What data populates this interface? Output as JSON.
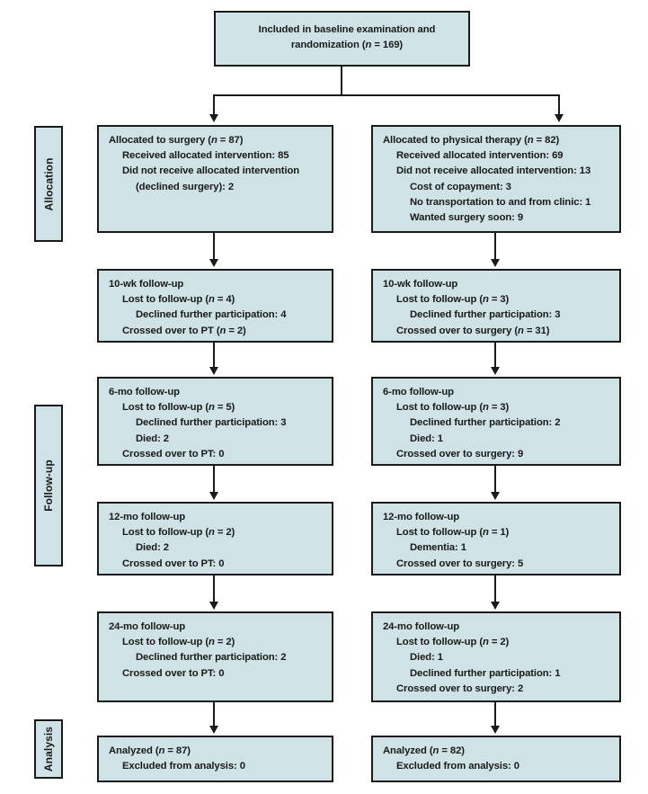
{
  "diagram": {
    "title": "CONSORT participant flow diagram",
    "colors": {
      "box_fill": "#cfe2e5",
      "box_border": "#1a1a1a",
      "text": "#1a1a1a",
      "background": "#ffffff"
    }
  },
  "enrollment": {
    "line1": "Included in baseline examination and",
    "line2": "randomization (n = 169)",
    "n": 169
  },
  "stages": [
    {
      "key": "allocation",
      "label": "Allocation"
    },
    {
      "key": "followup",
      "label": "Follow-up"
    },
    {
      "key": "analysis",
      "label": "Analysis"
    }
  ],
  "arms": {
    "surgery": {
      "allocation": {
        "lines": [
          {
            "text": "Allocated to surgery (n = 87)",
            "indent": 1
          },
          {
            "text": "Received allocated intervention: 85",
            "indent": 2
          },
          {
            "text": "Did not receive allocated intervention",
            "indent": 2
          },
          {
            "text": "(declined surgery): 2",
            "indent": 3
          }
        ]
      },
      "followup_10wk": {
        "lines": [
          {
            "text": "10-wk follow-up",
            "indent": 1
          },
          {
            "text": "Lost to follow-up (n = 4)",
            "indent": 2
          },
          {
            "text": "Declined further participation: 4",
            "indent": 3
          },
          {
            "text": "Crossed over to PT (n = 2)",
            "indent": 2
          }
        ]
      },
      "followup_6mo": {
        "lines": [
          {
            "text": "6-mo follow-up",
            "indent": 1
          },
          {
            "text": "Lost to follow-up (n = 5)",
            "indent": 2
          },
          {
            "text": "Declined further participation: 3",
            "indent": 3
          },
          {
            "text": "Died: 2",
            "indent": 3
          },
          {
            "text": "Crossed over to PT: 0",
            "indent": 2
          }
        ]
      },
      "followup_12mo": {
        "lines": [
          {
            "text": "12-mo follow-up",
            "indent": 1
          },
          {
            "text": "Lost to follow-up (n = 2)",
            "indent": 2
          },
          {
            "text": "Died: 2",
            "indent": 3
          },
          {
            "text": "Crossed over to PT: 0",
            "indent": 2
          }
        ]
      },
      "followup_24mo": {
        "lines": [
          {
            "text": "24-mo follow-up",
            "indent": 1
          },
          {
            "text": "Lost to follow-up (n = 2)",
            "indent": 2
          },
          {
            "text": "Declined further participation: 2",
            "indent": 3
          },
          {
            "text": "Crossed over to PT: 0",
            "indent": 2
          }
        ]
      },
      "analysis": {
        "lines": [
          {
            "text": "Analyzed (n = 87)",
            "indent": 1
          },
          {
            "text": "Excluded from analysis: 0",
            "indent": 2
          }
        ]
      }
    },
    "physical_therapy": {
      "allocation": {
        "lines": [
          {
            "text": "Allocated to physical therapy (n = 82)",
            "indent": 1
          },
          {
            "text": "Received allocated intervention: 69",
            "indent": 2
          },
          {
            "text": "Did not receive allocated intervention: 13",
            "indent": 2
          },
          {
            "text": "Cost of copayment: 3",
            "indent": 3
          },
          {
            "text": "No transportation to and from clinic: 1",
            "indent": 3
          },
          {
            "text": "Wanted surgery soon: 9",
            "indent": 3
          }
        ]
      },
      "followup_10wk": {
        "lines": [
          {
            "text": "10-wk follow-up",
            "indent": 1
          },
          {
            "text": "Lost to follow-up (n = 3)",
            "indent": 2
          },
          {
            "text": "Declined further participation: 3",
            "indent": 3
          },
          {
            "text": "Crossed over to surgery (n = 31)",
            "indent": 2
          }
        ]
      },
      "followup_6mo": {
        "lines": [
          {
            "text": "6-mo follow-up",
            "indent": 1
          },
          {
            "text": "Lost to follow-up (n = 3)",
            "indent": 2
          },
          {
            "text": "Declined further participation: 2",
            "indent": 3
          },
          {
            "text": "Died: 1",
            "indent": 3
          },
          {
            "text": "Crossed over to surgery: 9",
            "indent": 2
          }
        ]
      },
      "followup_12mo": {
        "lines": [
          {
            "text": "12-mo follow-up",
            "indent": 1
          },
          {
            "text": "Lost to follow-up (n = 1)",
            "indent": 2
          },
          {
            "text": "Dementia: 1",
            "indent": 3
          },
          {
            "text": "Crossed over to surgery: 5",
            "indent": 2
          }
        ]
      },
      "followup_24mo": {
        "lines": [
          {
            "text": "24-mo follow-up",
            "indent": 1
          },
          {
            "text": "Lost to follow-up (n = 2)",
            "indent": 2
          },
          {
            "text": "Died: 1",
            "indent": 3
          },
          {
            "text": "Declined further participation: 1",
            "indent": 3
          },
          {
            "text": "Crossed over to surgery: 2",
            "indent": 2
          }
        ]
      },
      "analysis": {
        "lines": [
          {
            "text": "Analyzed (n = 82)",
            "indent": 1
          },
          {
            "text": "Excluded from analysis: 0",
            "indent": 2
          }
        ]
      }
    }
  }
}
